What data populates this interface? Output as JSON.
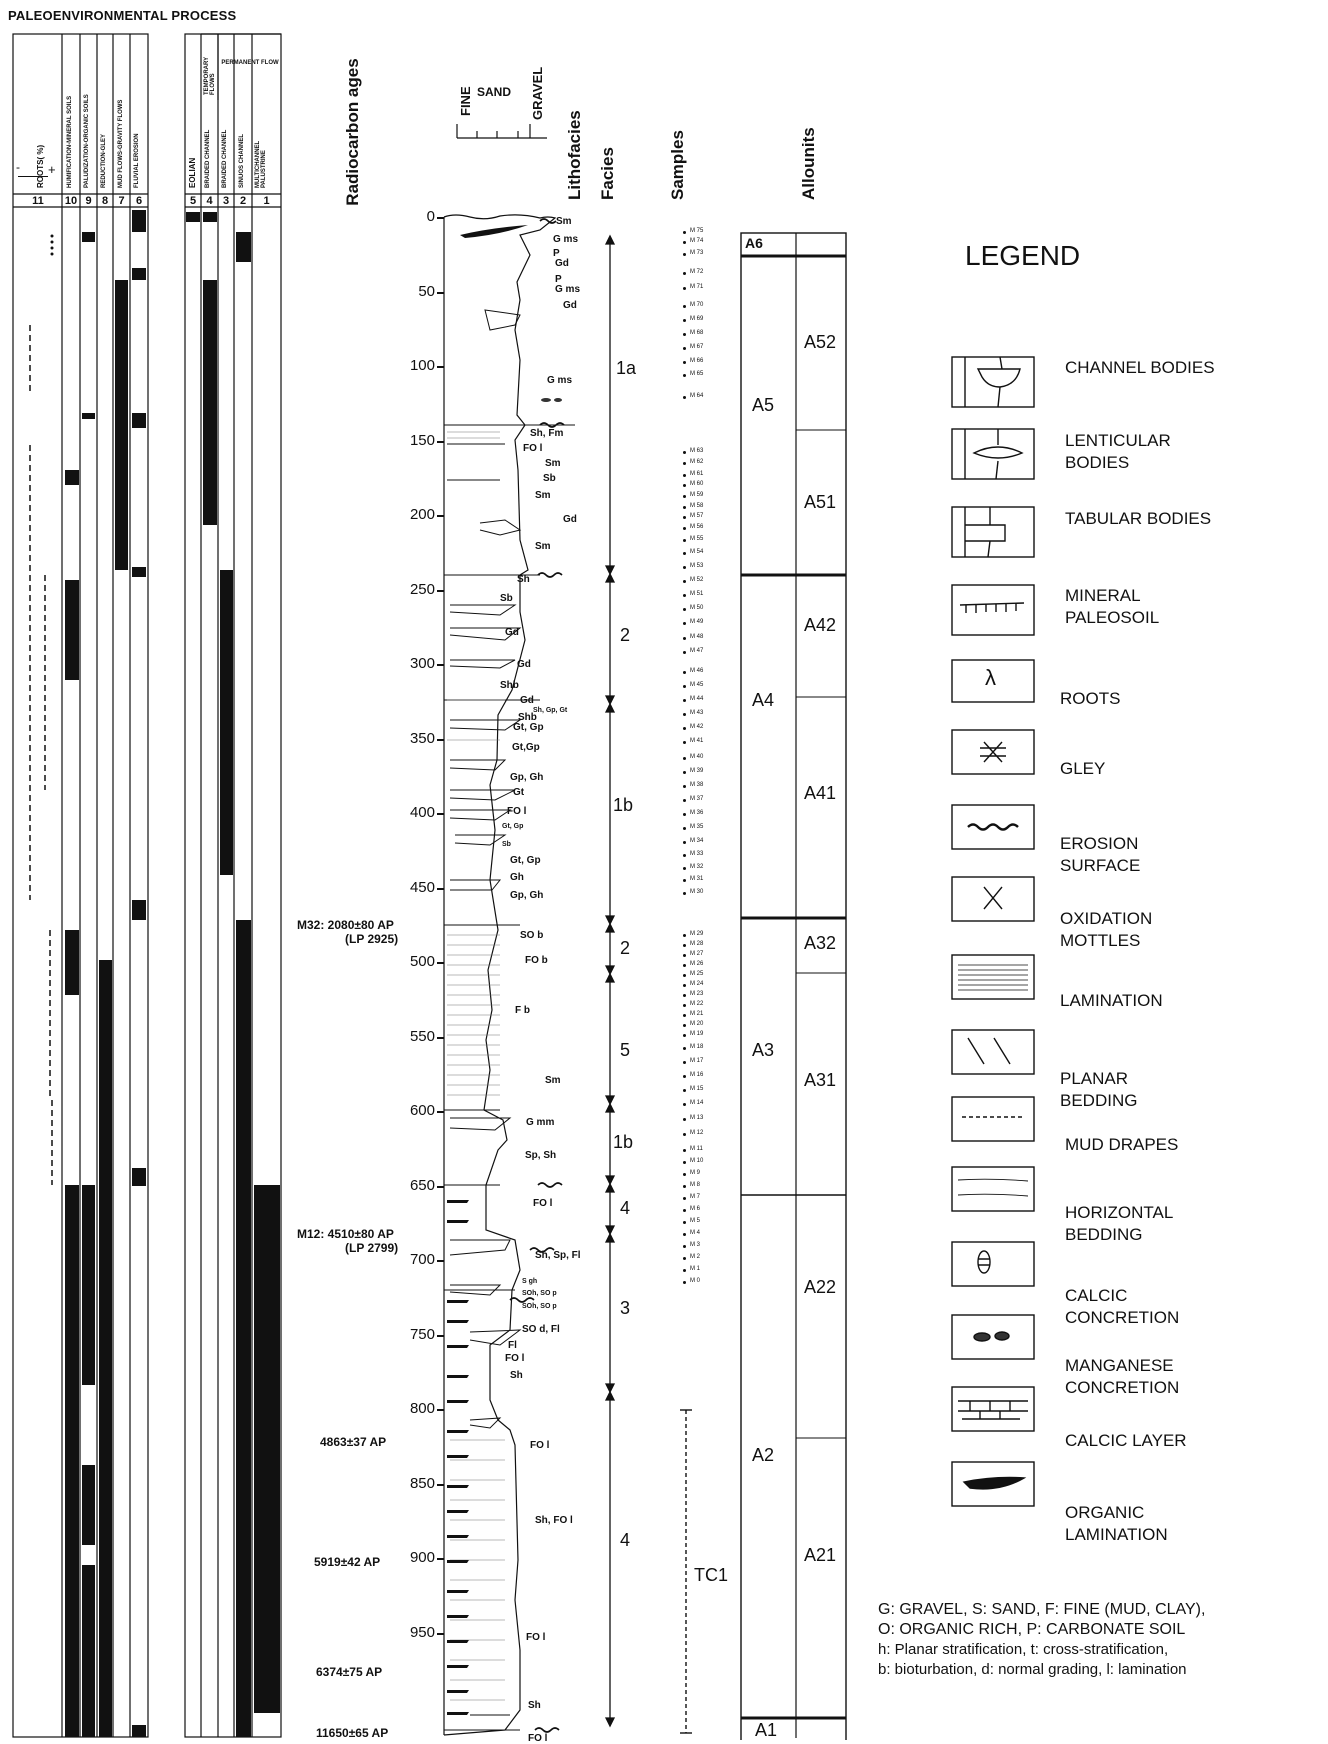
{
  "title": "PALEOENVIRONMENTAL PROCESS",
  "left_panel": {
    "columns": [
      {
        "num": "11",
        "label": "ROOTS( %)"
      },
      {
        "num": "10",
        "label": "HUMIFICATION-MINERAL SOILS"
      },
      {
        "num": "9",
        "label": "PALUDIZATION-ORGANIC SOILS"
      },
      {
        "num": "8",
        "label": "REDUCTION-GLEY"
      },
      {
        "num": "7",
        "label": "MUD FLOWS-GRAVITY FLOWS"
      },
      {
        "num": "6",
        "label": "FLUVIAL EROSION"
      }
    ],
    "roots_axis_minus": "-",
    "roots_axis_plus": "+"
  },
  "mid_panel": {
    "columns": [
      {
        "num": "5",
        "label": "EOLIAN"
      },
      {
        "num": "4",
        "label": "BRAIDED CHANNEL"
      },
      {
        "num": "3",
        "label": "BRAIDED CHANNEL"
      },
      {
        "num": "2",
        "label": "SINUOS CHANNEL"
      },
      {
        "num": "1",
        "label": "MULTICHANNEL PALUSTRINE"
      }
    ],
    "group_temporary": "TEMPORARY FLOWS",
    "group_permanent": "PERMANENT FLOW"
  },
  "headers": {
    "radiocarbon": "Radiocarbon ages",
    "lithofacies": "Lithofacies",
    "facies": "Facies",
    "samples": "Samples",
    "allounits": "Allounits",
    "grain_fine": "FINE",
    "grain_sand": "SAND",
    "grain_gravel": "GRAVEL"
  },
  "depth_ticks": [
    "0",
    "50",
    "100",
    "150",
    "200",
    "250",
    "300",
    "350",
    "400",
    "450",
    "500",
    "550",
    "600",
    "650",
    "700",
    "750",
    "800",
    "850",
    "900",
    "950"
  ],
  "radiocarbon_ages": [
    {
      "line1": "M32: 2080±80 AP",
      "line2": "(LP 2925)"
    },
    {
      "line1": "M12: 4510±80 AP",
      "line2": "(LP 2799)"
    },
    {
      "line1": "4863±37 AP",
      "line2": ""
    },
    {
      "line1": "5919±42 AP",
      "line2": ""
    },
    {
      "line1": "6374±75 AP",
      "line2": ""
    },
    {
      "line1": "11650±65 AP",
      "line2": ""
    }
  ],
  "lithofacies_labels": [
    "Sm",
    "G ms",
    "P",
    "Gd",
    "P",
    "G ms",
    "Gd",
    "G ms",
    "Sh, Fm",
    "FO l",
    "Sm",
    "Sb",
    "Sm",
    "Gd",
    "Sm",
    "Sh",
    "Sb",
    "Gd",
    "Gd",
    "Shb",
    "Gd",
    "Shb",
    "Sh, Gp, Gt",
    "Gt, Gp",
    "Gt,Gp",
    "Gp, Gh",
    "Gt",
    "FO l",
    "Gt, Gp",
    "Sb",
    "Gt, Gp",
    "Gh",
    "Gp, Gh",
    "SO b",
    "FO b",
    "F b",
    "Sm",
    "G mm",
    "Sp, Sh",
    "FO l",
    "Sh, Sp, Fl",
    "S gh",
    "SOh, SO p",
    "SOh, SO p",
    "SO d, Fl",
    "Fl",
    "FO l",
    "Sh",
    "FO l",
    "Sh, FO l",
    "FO l",
    "Sh",
    "FO l"
  ],
  "facies": [
    "1a",
    "2",
    "1b",
    "2",
    "5",
    "1b",
    "4",
    "3",
    "4"
  ],
  "samples": [
    "M 75",
    "M 74",
    "M 73",
    "M 72",
    "M 71",
    "M 70",
    "M 69",
    "M 68",
    "M 67",
    "M 66",
    "M 65",
    "M 64",
    "M 63",
    "M 62",
    "M 61",
    "M 60",
    "M 59",
    "M 58",
    "M 57",
    "M 56",
    "M 55",
    "M 54",
    "M 53",
    "M 52",
    "M 51",
    "M 50",
    "M 49",
    "M 48",
    "M 47",
    "M 46",
    "M 45",
    "M 44",
    "M 43",
    "M 42",
    "M 41",
    "M 40",
    "M 39",
    "M 38",
    "M 37",
    "M 36",
    "M 35",
    "M 34",
    "M 33",
    "M 32",
    "M 31",
    "M 30",
    "M 29",
    "M 28",
    "M 27",
    "M 26",
    "M 25",
    "M 24",
    "M 23",
    "M 22",
    "M 21",
    "M 20",
    "M 19",
    "M 18",
    "M 17",
    "M 16",
    "M 15",
    "M 14",
    "M 13",
    "M 12",
    "M 11",
    "M 10",
    "M 9",
    "M 8",
    "M 7",
    "M 6",
    "M 5",
    "M 4",
    "M 3",
    "M 2",
    "M 1",
    "M 0"
  ],
  "core_label": "TC1",
  "allounits": {
    "major": [
      "A6",
      "A5",
      "A4",
      "A3",
      "A2",
      "A1"
    ],
    "sub": [
      "A52",
      "A51",
      "A42",
      "A41",
      "A32",
      "A31",
      "A22",
      "A21"
    ]
  },
  "legend": {
    "title": "LEGEND",
    "items": [
      {
        "label": "CHANNEL BODIES",
        "icon": "channel-bodies-icon"
      },
      {
        "label": "LENTICULAR BODIES",
        "icon": "lenticular-bodies-icon"
      },
      {
        "label": "TABULAR BODIES",
        "icon": "tabular-bodies-icon"
      },
      {
        "label": "MINERAL PALEOSOIL",
        "icon": "mineral-paleosoil-icon"
      },
      {
        "label": "ROOTS",
        "icon": "roots-icon"
      },
      {
        "label": "GLEY",
        "icon": "gley-icon"
      },
      {
        "label": "EROSION SURFACE",
        "icon": "erosion-surface-icon"
      },
      {
        "label": "OXIDATION MOTTLES",
        "icon": "oxidation-mottles-icon"
      },
      {
        "label": "LAMINATION",
        "icon": "lamination-icon"
      },
      {
        "label": "PLANAR BEDDING",
        "icon": "planar-bedding-icon"
      },
      {
        "label": "MUD DRAPES",
        "icon": "mud-drapes-icon"
      },
      {
        "label": "HORIZONTAL BEDDING",
        "icon": "horizontal-bedding-icon"
      },
      {
        "label": "CALCIC CONCRETION",
        "icon": "calcic-concretion-icon"
      },
      {
        "label": "MANGANESE CONCRETION",
        "icon": "manganese-concretion-icon"
      },
      {
        "label": "CALCIC LAYER",
        "icon": "calcic-layer-icon"
      },
      {
        "label": "ORGANIC LAMINATION",
        "icon": "organic-lamination-icon"
      }
    ],
    "notes": [
      "G: GRAVEL, S: SAND, F: FINE (MUD, CLAY),",
      "O: ORGANIC RICH, P: CARBONATE SOIL",
      "h: Planar stratification, t: cross-stratification,",
      "b: bioturbation, d: normal grading, l: lamination"
    ]
  }
}
